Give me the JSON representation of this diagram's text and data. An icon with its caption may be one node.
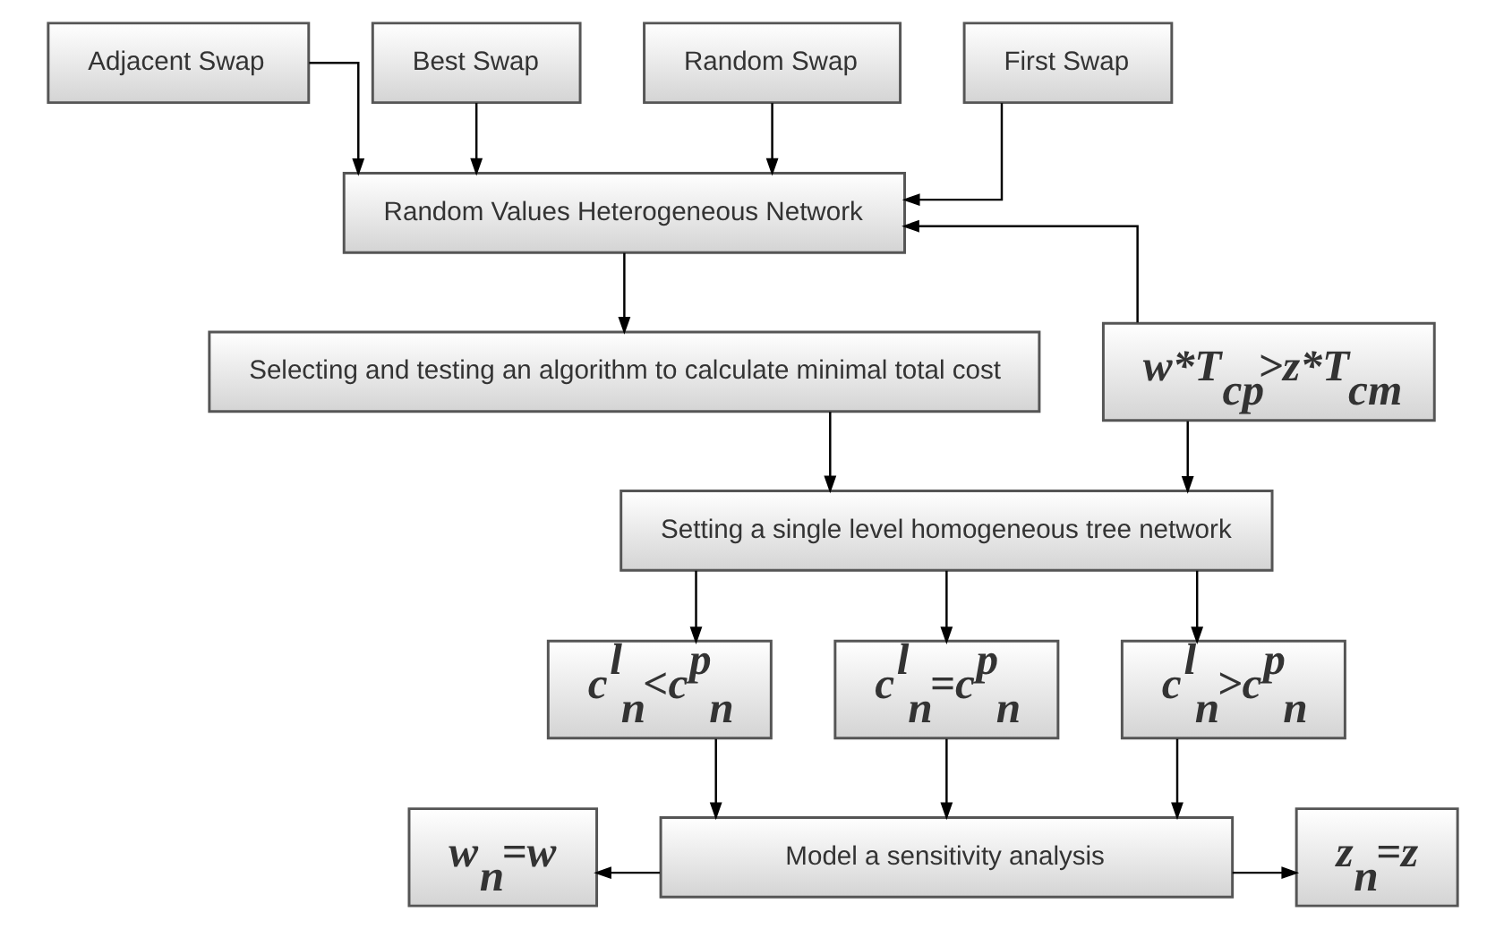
{
  "diagram": {
    "nodes": [
      {
        "text": [
          "Adjacent Swap"
        ]
      },
      {
        "text": [
          "Best Swap"
        ]
      },
      {
        "text": [
          "Random Swap"
        ]
      },
      {
        "text": [
          "First Swap"
        ]
      },
      {
        "text": [
          "Random Values Heterogeneous Network"
        ]
      },
      {
        "text": [
          "Selecting and testing an algorithm to calculate minimal total cost"
        ]
      },
      {
        "text": [
          "w*T$_{cp}$>z*T$_{cm}$"
        ]
      },
      {
        "text": [
          "Setting a single level homogeneous tree network"
        ]
      },
      {
        "text": [
          "c$^{l}$$_{n}$<c$^{p}$$_{n}$"
        ]
      },
      {
        "text": [
          "c$^{l}$$_{n}$=c$^{p}$$_{n}$"
        ]
      },
      {
        "text": [
          "c$^{l}$$_{n}$>c$^{p}$$_{n}$"
        ]
      },
      {
        "text": [
          "w$_{n}$=w"
        ]
      },
      {
        "text": [
          "Model a sensitivity analysis"
        ]
      },
      {
        "text": [
          "z$_{n}$=z"
        ]
      }
    ],
    "edges": [
      {
        "from": 0,
        "to": 4,
        "arrow": "to"
      },
      {
        "from": 1,
        "to": 4,
        "arrow": "to"
      },
      {
        "from": 2,
        "to": 4,
        "arrow": "to"
      },
      {
        "from": 3,
        "to": 4,
        "arrow": "to"
      },
      {
        "from": 4,
        "to": 5,
        "arrow": "to"
      },
      {
        "from": 6,
        "to": 4,
        "arrow": "to"
      },
      {
        "from": 5,
        "to": 7,
        "arrow": "to"
      },
      {
        "from": 6,
        "to": 7,
        "arrow": "to"
      },
      {
        "from": 7,
        "to": 8,
        "arrow": "to"
      },
      {
        "from": 7,
        "to": 9,
        "arrow": "to"
      },
      {
        "from": 7,
        "to": 10,
        "arrow": "to"
      },
      {
        "from": 8,
        "to": 12,
        "arrow": "to"
      },
      {
        "from": 9,
        "to": 12,
        "arrow": "to"
      },
      {
        "from": 10,
        "to": 12,
        "arrow": "to"
      },
      {
        "from": 12,
        "to": 11,
        "arrow": "to"
      },
      {
        "from": 12,
        "to": 13,
        "arrow": "to"
      }
    ]
  }
}
